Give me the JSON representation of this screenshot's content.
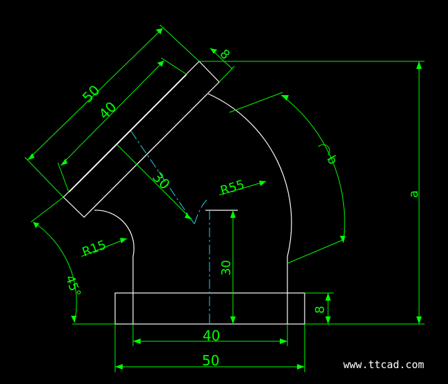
{
  "dimensions": {
    "top_length_outer": "50",
    "top_length_inner": "40",
    "top_thickness": "8",
    "inner_offset": "30",
    "outer_radius": "R55",
    "inner_radius": "R15",
    "angle": "45°",
    "bottom_length_outer": "50",
    "bottom_length_inner": "40",
    "bottom_thickness": "8",
    "bottom_offset": "30",
    "overall_height": "a",
    "arc_length": "b"
  },
  "watermark": "www.ttcad.com",
  "colors": {
    "background": "#000000",
    "geometry": "#ffffff",
    "dimension": "#00ff00",
    "centerline": "#22d3ee"
  }
}
